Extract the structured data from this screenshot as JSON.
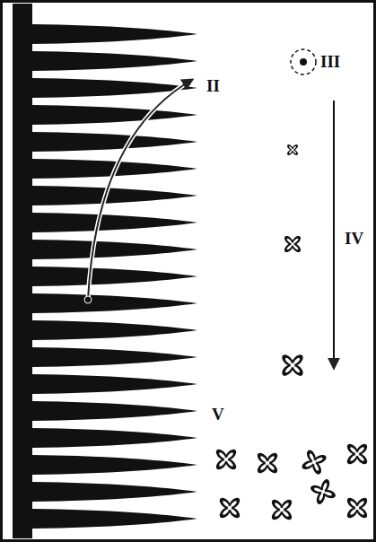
{
  "diagram": {
    "labels": [
      "II",
      "III",
      "IV",
      "V"
    ]
  }
}
